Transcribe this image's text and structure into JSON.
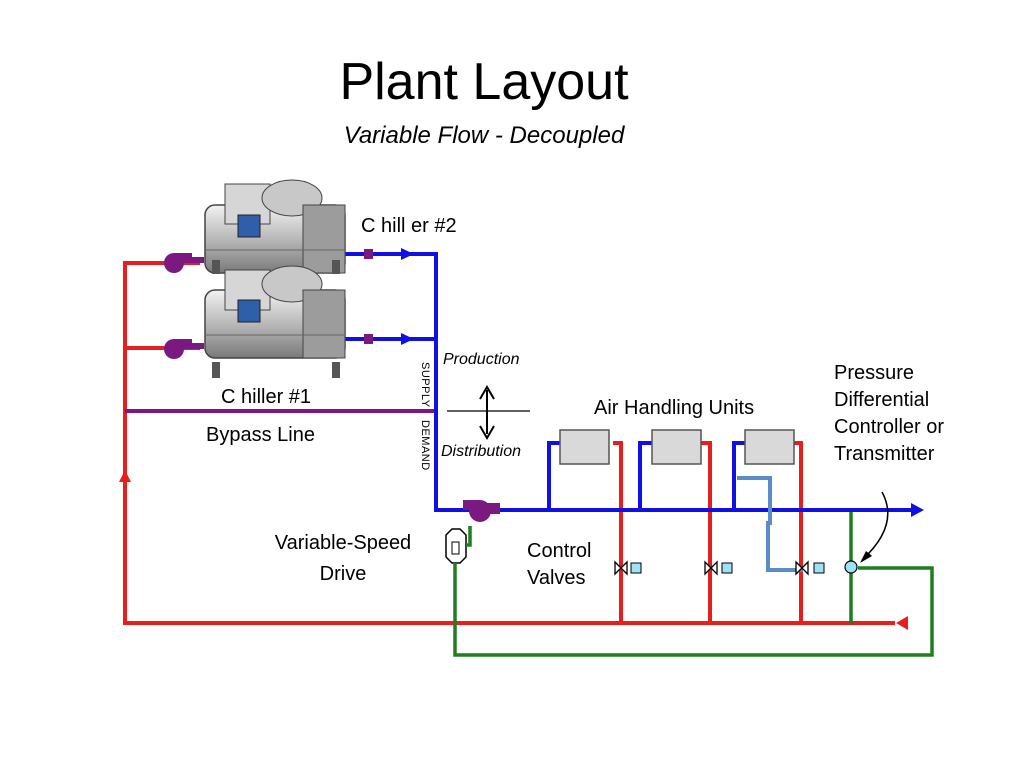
{
  "title": "Plant Layout",
  "subtitle": "Variable Flow - Decoupled",
  "labels": {
    "chiller2": "C hill er  #2",
    "chiller1": "C hiller  #1",
    "bypass": "Bypass Line",
    "production": "Production",
    "distribution": "Distribution",
    "supply": "SUPPLY",
    "demand": "DEMAND",
    "ahu": "Air Handling Units",
    "pdc": [
      "Pressure",
      "Differential",
      "Controller or",
      "Transmitter"
    ],
    "vsd": [
      "Variable-Speed",
      "Drive"
    ],
    "control_valves": [
      "Control",
      "Valves"
    ]
  },
  "colors": {
    "supply": "#1010e6",
    "return": "#e61e1e",
    "bypass": "#7a1a80",
    "signal": "#1f7f1f",
    "pump": "#7a1a80",
    "coil": "#5a8cc8"
  }
}
